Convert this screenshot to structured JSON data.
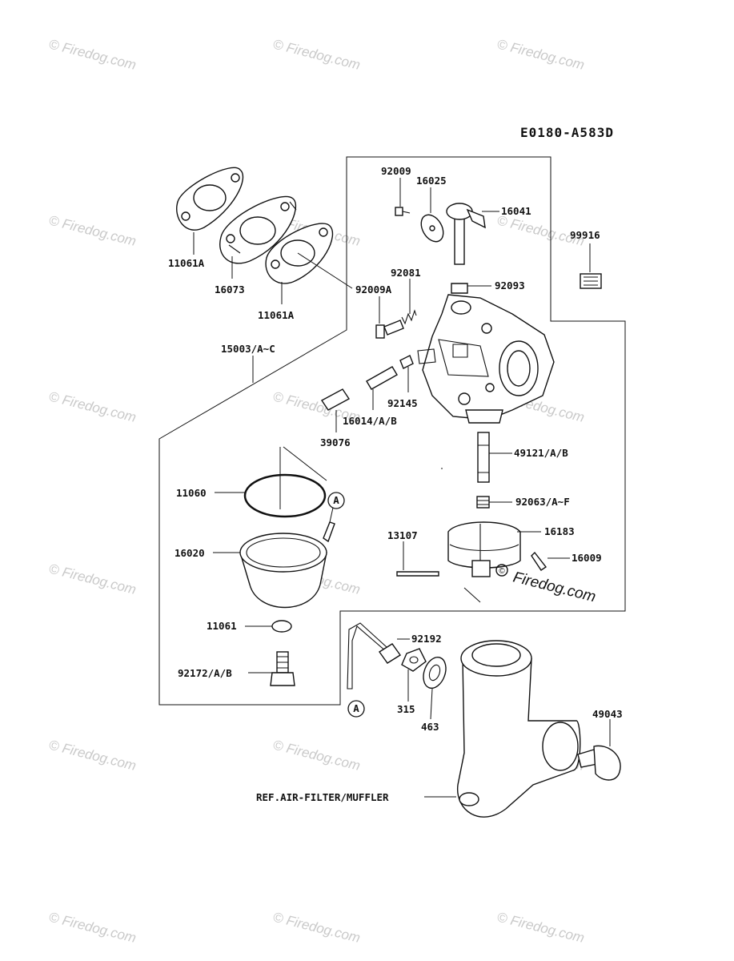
{
  "diagram": {
    "code": "E0180-A583D",
    "watermark": "© Firedog.com",
    "watermark_inline": "Firedog.com",
    "callout_letter": "A",
    "labels": {
      "p92009": "92009",
      "p16025": "16025",
      "p16041": "16041",
      "p99916": "99916",
      "p11061A_top": "11061A",
      "p16073": "16073",
      "p11061A_bottom": "11061A",
      "p92081": "92081",
      "p92009A": "92009A",
      "p92093": "92093",
      "p15003": "15003/A~C",
      "p92145": "92145",
      "p16014": "16014/A/B",
      "p39076": "39076",
      "p49121": "49121/A/B",
      "p11060": "11060",
      "p92063": "92063/A~F",
      "p13107": "13107",
      "p16183": "16183",
      "p16020": "16020",
      "p16009": "16009",
      "p92192": "92192",
      "p11061": "11061",
      "p92172": "92172/A/B",
      "p315": "315",
      "p463": "463",
      "p49043": "49043",
      "ref_air_filter": "REF.AIR-FILTER/MUFFLER"
    }
  }
}
